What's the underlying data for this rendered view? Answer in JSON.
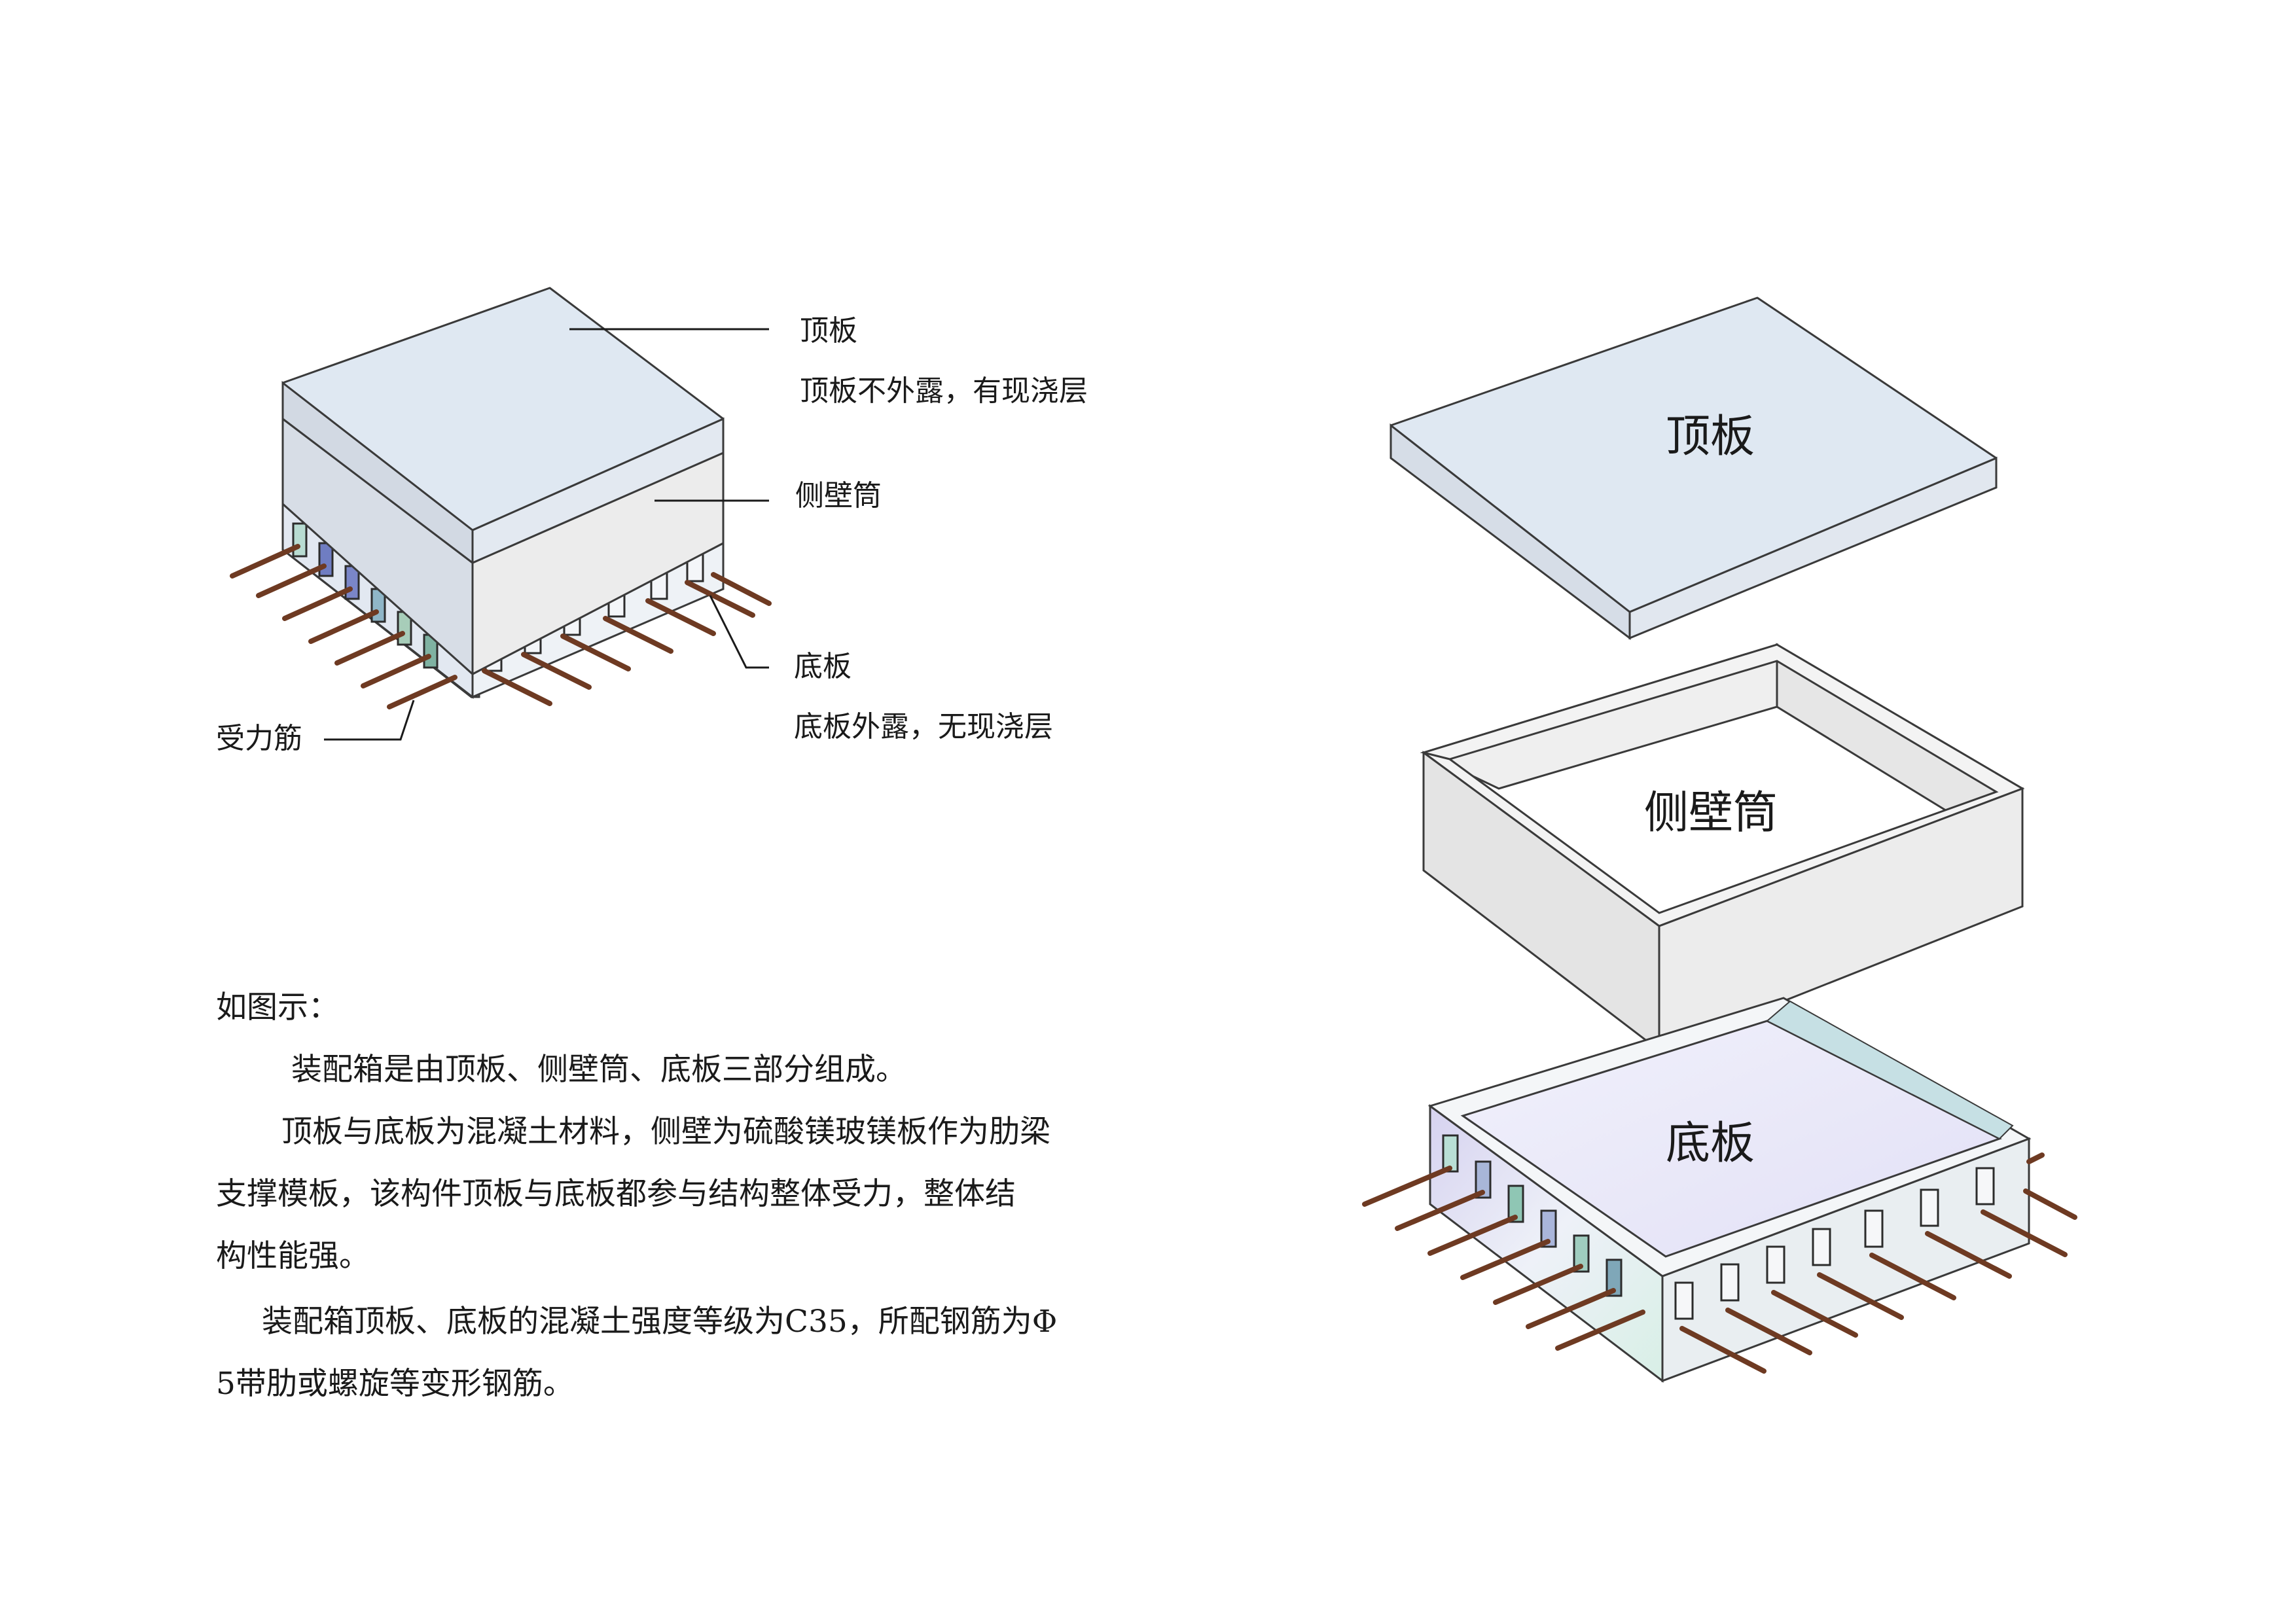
{
  "left_diagram": {
    "top_plate_label": "顶板",
    "top_plate_note": "顶板不外露，有现浇层",
    "side_wall_label": "侧壁筒",
    "bottom_plate_label": "底板",
    "bottom_plate_note": "底板外露，无现浇层",
    "rebar_label": "受力筋"
  },
  "exploded_view": {
    "top_plate": "顶板",
    "side_wall": "侧壁筒",
    "bottom_plate": "底板"
  },
  "description": {
    "intro": "如图示：",
    "p1": "装配箱是由顶板、侧壁筒、底板三部分组成。",
    "p2_l1": "顶板与底板为混凝土材料，侧壁为硫酸镁玻镁板作为肋梁",
    "p2_l2": "支撑模板，该构件顶板与底板都参与结构整体受力，整体结",
    "p2_l3": "构性能强。",
    "p3_l1": "装配箱顶板、底板的混凝土强度等级为C35，所配钢筋为Φ",
    "p3_l2": "5带肋或螺旋等变形钢筋。"
  },
  "colors": {
    "concrete_top": "#dfe8f2",
    "concrete_side": "#e4eaf1",
    "wall_side": "#ebebeb",
    "rebar": "#6e3a22",
    "outline": "#3a3a3a"
  }
}
